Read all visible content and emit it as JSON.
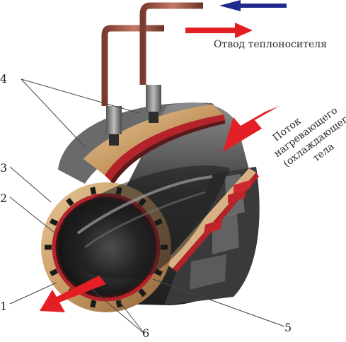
{
  "captions": {
    "outlet": "Отвод теплоносителя",
    "flow_lines": [
      "Поток",
      "нагревающего",
      "(охлаждающего)",
      "тела"
    ]
  },
  "labels": {
    "n1": "1",
    "n2": "2",
    "n3": "3",
    "n4": "4",
    "n5": "5",
    "n6": "6"
  },
  "colors": {
    "arrow_red": "#e31e24",
    "arrow_blue": "#1d2a8c",
    "tube_copper": "#9a4d3c",
    "shell_gold": "#c9a06a",
    "shell_dark": "#4a4a4a",
    "winding_red": "#b5232a"
  }
}
